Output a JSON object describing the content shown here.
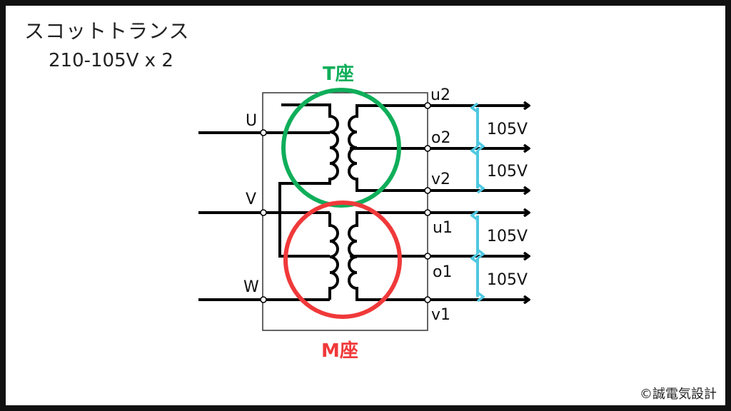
{
  "title": "スコットトランス",
  "subtitle": "210-105V x 2",
  "copyright": "©誠電気設計",
  "inputs": [
    "U",
    "V",
    "W"
  ],
  "outputs": [
    "u2",
    "o2",
    "v2",
    "u1",
    "o1",
    "v1"
  ],
  "voltage_labels": [
    "105V",
    "105V",
    "105V",
    "105V"
  ],
  "seats": {
    "t": "T座",
    "m": "M座"
  },
  "colors": {
    "t_seat": "#0fae5a",
    "m_seat": "#f0393a",
    "voltage_arrow": "#4fc8e0",
    "wire": "#000000"
  }
}
